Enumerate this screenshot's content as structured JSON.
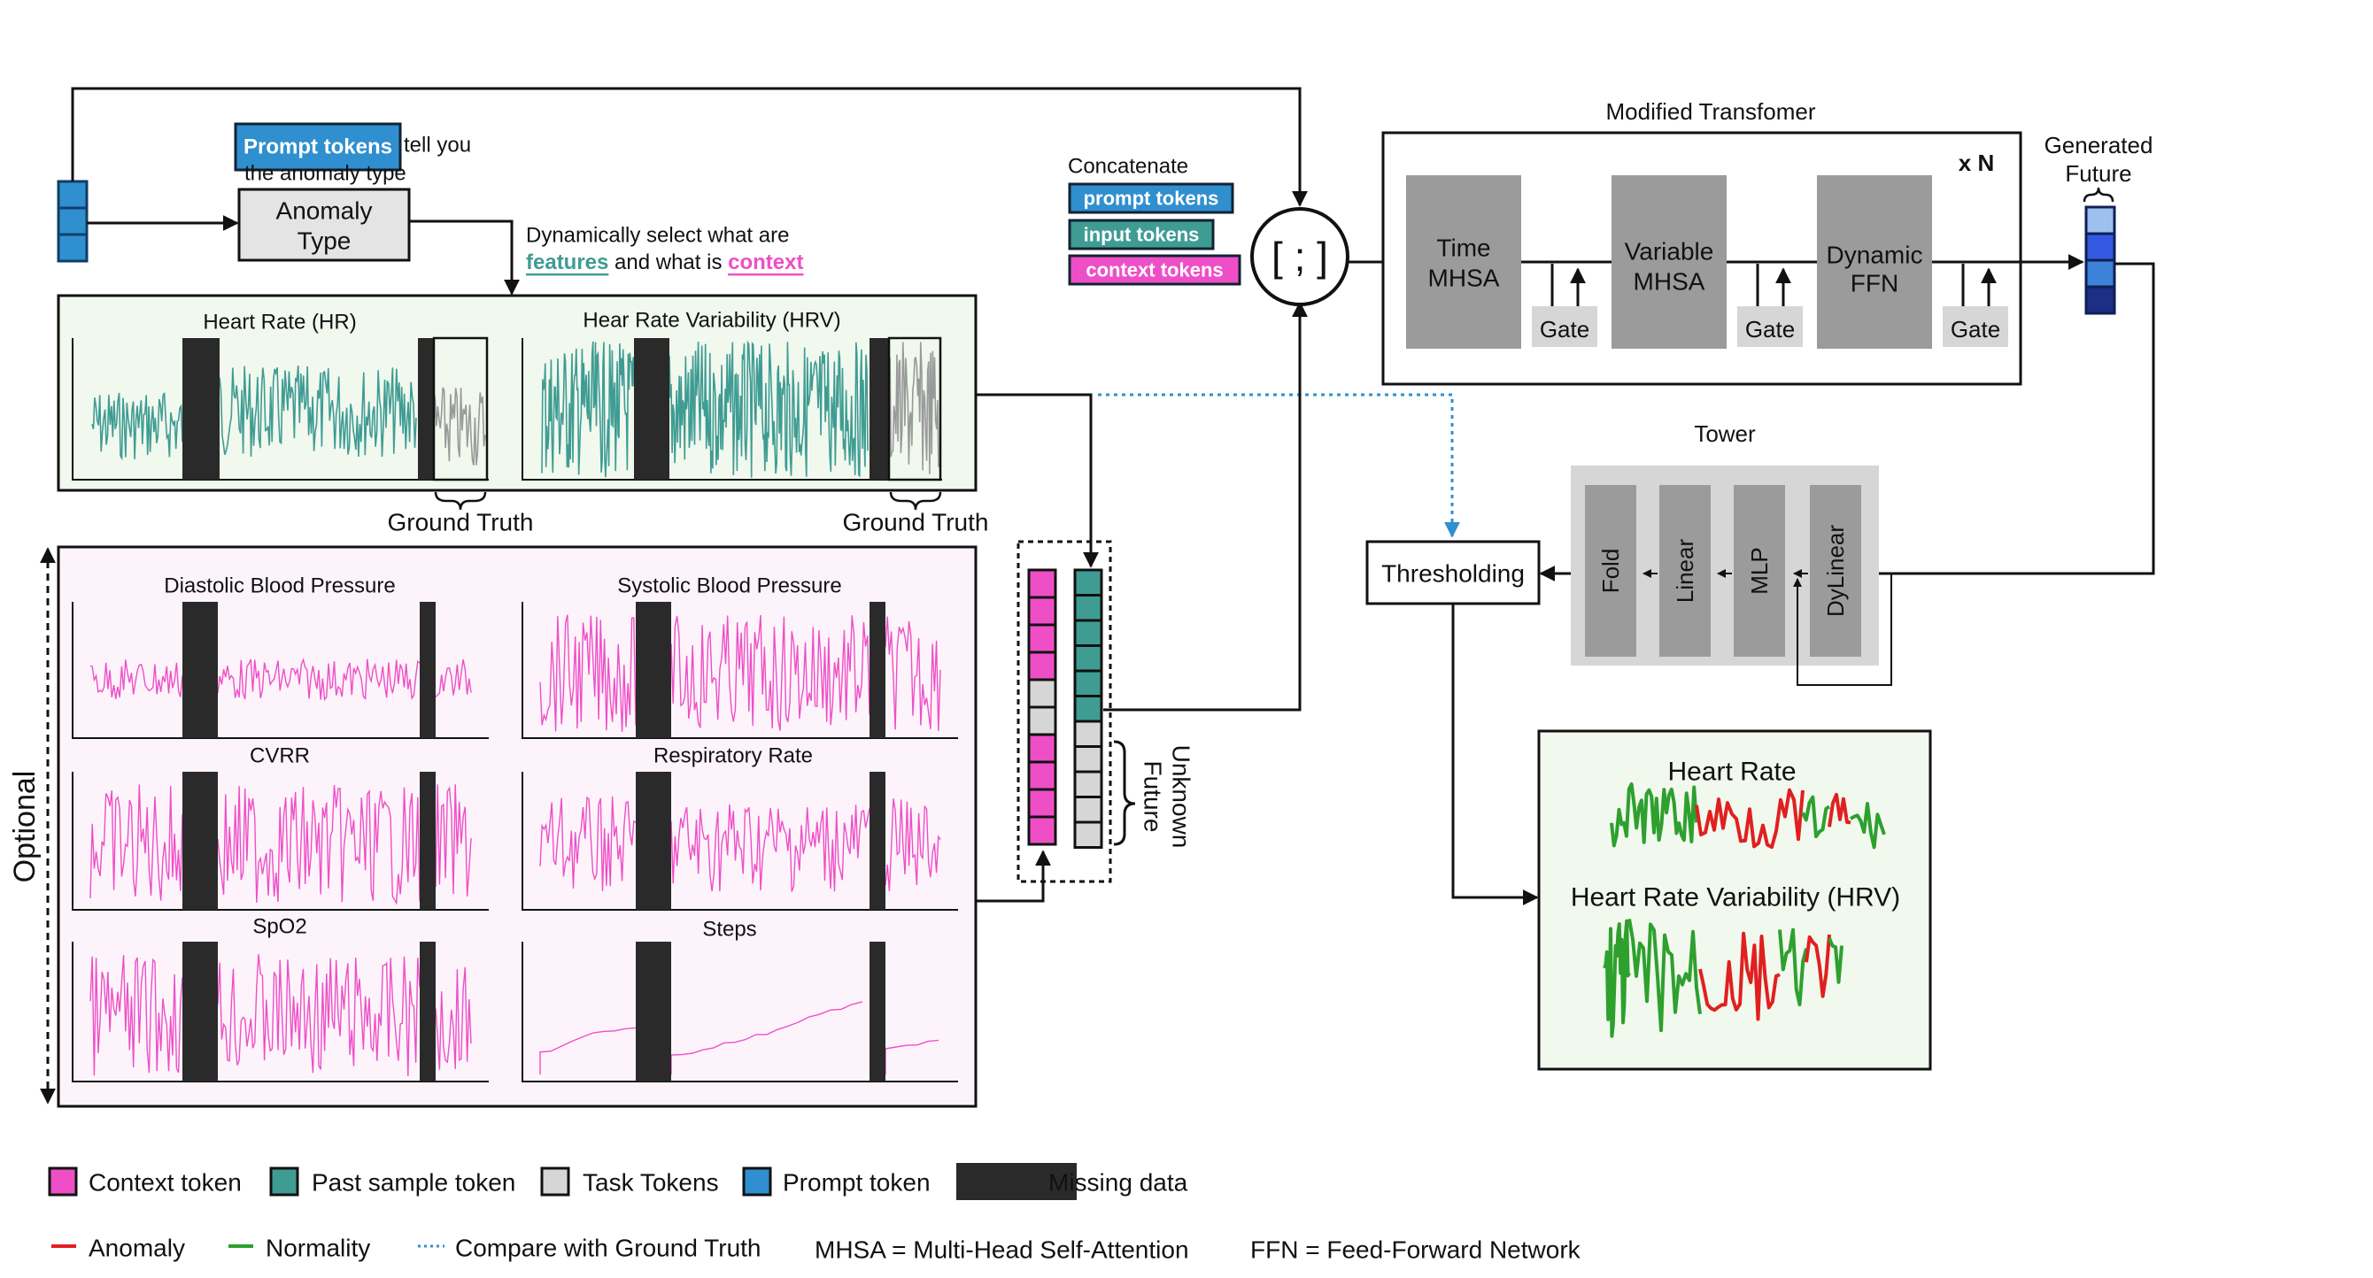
{
  "colors": {
    "context": "#ee4fc7",
    "past_sample": "#3f9c93",
    "task": "#d6d6d6",
    "prompt": "#2f8fcf",
    "missing": "#2a2a2a",
    "anomaly": "#e02020",
    "normality": "#2ea02e",
    "compare": "#2f8fcf",
    "hr_trace": "#3f9c93",
    "truth_trace": "#9a9a9a",
    "pink_trace": "#ee4fc7",
    "gen_future": [
      "#9ec0ee",
      "#3558e0",
      "#3b82d8",
      "#1c2f82"
    ]
  },
  "prompt_note": {
    "label": "Prompt tokens",
    "rest1": "tell you",
    "rest2": "the anomaly type"
  },
  "anomaly_type": {
    "line1": "Anomaly",
    "line2": "Type"
  },
  "select_note": {
    "line1": "Dynamically select what are",
    "features": "features",
    "mid": " and what is ",
    "context": "context"
  },
  "top_panel": {
    "hr": "Heart Rate (HR)",
    "hrv": "Hear Rate Variability (HRV)",
    "ground_truth": "Ground Truth"
  },
  "optional_panel": {
    "side_label": "Optional",
    "charts": [
      "Diastolic Blood Pressure",
      "Systolic Blood Pressure",
      "CVRR",
      "Respiratory Rate",
      "SpO2",
      "Steps"
    ]
  },
  "concat": {
    "title": "Concatenate",
    "tags": [
      "prompt tokens",
      "input tokens",
      "context tokens"
    ],
    "symbol": "[ ; ]"
  },
  "tokens": {
    "unknown_future_1": "Unknown",
    "unknown_future_2": "Future"
  },
  "transformer": {
    "title": "Modified Transfomer",
    "repeat": "x N",
    "blocks": [
      {
        "l1": "Time",
        "l2": "MHSA"
      },
      {
        "l1": "Variable",
        "l2": "MHSA"
      },
      {
        "l1": "Dynamic",
        "l2": "FFN"
      }
    ],
    "gate": "Gate"
  },
  "generated": {
    "line1": "Generated",
    "line2": "Future"
  },
  "tower": {
    "title": "Tower",
    "blocks": [
      "Fold",
      "Linear",
      "MLP",
      "DyLinear"
    ]
  },
  "thresholding": "Thresholding",
  "output": {
    "hr": "Heart Rate",
    "hrv": "Heart Rate Variability (HRV)"
  },
  "legend": {
    "row1": [
      "Context token",
      "Past sample token",
      "Task Tokens",
      "Prompt token",
      "Missing data"
    ],
    "row2": [
      "Anomaly",
      "Normality",
      "Compare with Ground Truth",
      "MHSA = Multi-Head Self-Attention",
      "FFN = Feed-Forward Network"
    ]
  }
}
